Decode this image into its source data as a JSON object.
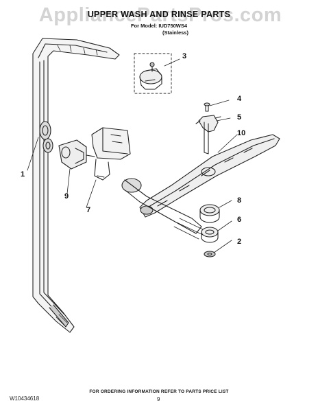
{
  "title": "UPPER WASH AND RINSE PARTS",
  "model_line": "For Model: IUD750WS4",
  "model_variant": "(Stainless)",
  "watermark": "AppliancePartsPros.com",
  "callouts": {
    "c1": "1",
    "c2": "2",
    "c3": "3",
    "c4": "4",
    "c5": "5",
    "c6": "6",
    "c7": "7",
    "c8": "8",
    "c9": "9",
    "c10": "10"
  },
  "footer_note": "FOR ORDERING INFORMATION REFER TO PARTS PRICE LIST",
  "doc_number": "W10434618",
  "page_number": "9"
}
